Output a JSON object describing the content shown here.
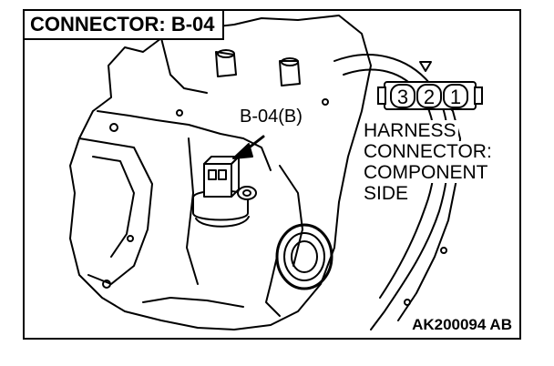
{
  "title": "CONNECTOR: B-04",
  "callout_label": "B-04(B)",
  "connector_pins": [
    "3",
    "2",
    "1"
  ],
  "harness_label_lines": [
    "HARNESS",
    "CONNECTOR:",
    "COMPONENT",
    "SIDE"
  ],
  "figure_code": "AK200094 AB"
}
